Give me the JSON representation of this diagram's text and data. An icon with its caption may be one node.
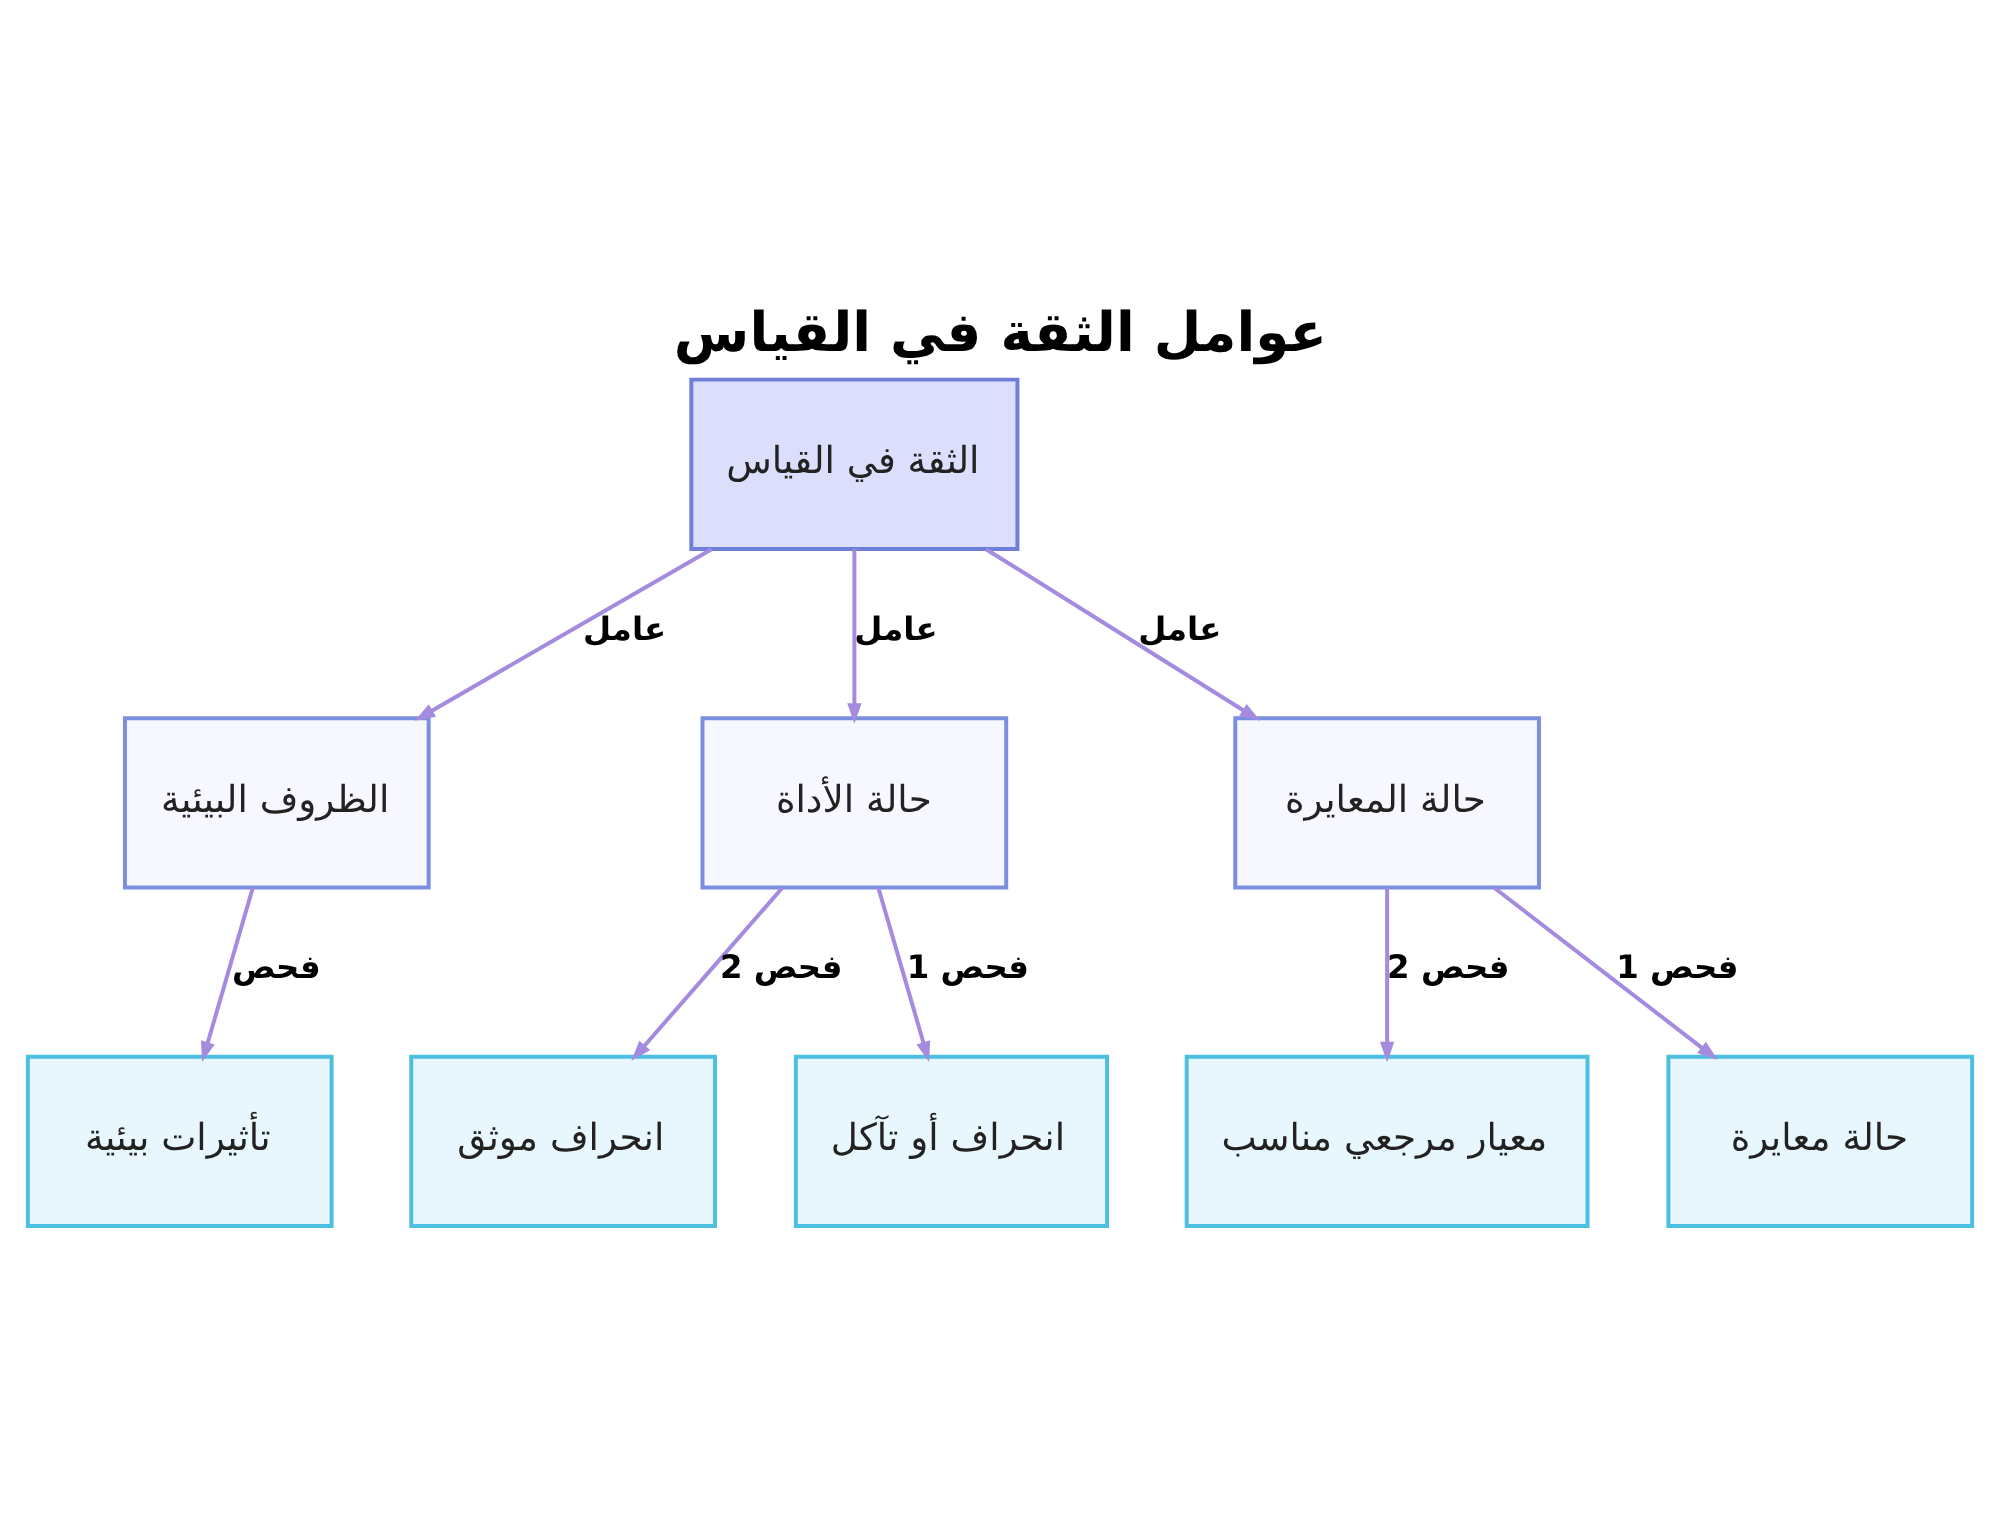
{
  "diagram": {
    "title": "عوامل الثقة في القياس",
    "nodes": [
      {
        "text": [
          "الثقة في القياس"
        ]
      },
      {
        "text": [
          "الظروف البيئية"
        ]
      },
      {
        "text": [
          "حالة الأداة"
        ]
      },
      {
        "text": [
          "حالة المعايرة"
        ]
      },
      {
        "text": [
          "تأثيرات بيئية"
        ]
      },
      {
        "text": [
          "انحراف موثق"
        ]
      },
      {
        "text": [
          "انحراف أو تآكل"
        ]
      },
      {
        "text": [
          "معيار مرجعي مناسب"
        ]
      },
      {
        "text": [
          "حالة معايرة"
        ]
      }
    ],
    "edges": [
      {
        "from": 0,
        "to": 1,
        "arrow": "to",
        "label": "عامل"
      },
      {
        "from": 0,
        "to": 2,
        "arrow": "to",
        "label": "عامل"
      },
      {
        "from": 0,
        "to": 3,
        "arrow": "to",
        "label": "عامل"
      },
      {
        "from": 1,
        "to": 4,
        "arrow": "to",
        "label": "فحص"
      },
      {
        "from": 2,
        "to": 5,
        "arrow": "to",
        "label": "فحص 2"
      },
      {
        "from": 2,
        "to": 6,
        "arrow": "to",
        "label": "فحص 1"
      },
      {
        "from": 3,
        "to": 7,
        "arrow": "to",
        "label": "فحص 2"
      },
      {
        "from": 3,
        "to": 8,
        "arrow": "to",
        "label": "فحص 1"
      }
    ]
  }
}
